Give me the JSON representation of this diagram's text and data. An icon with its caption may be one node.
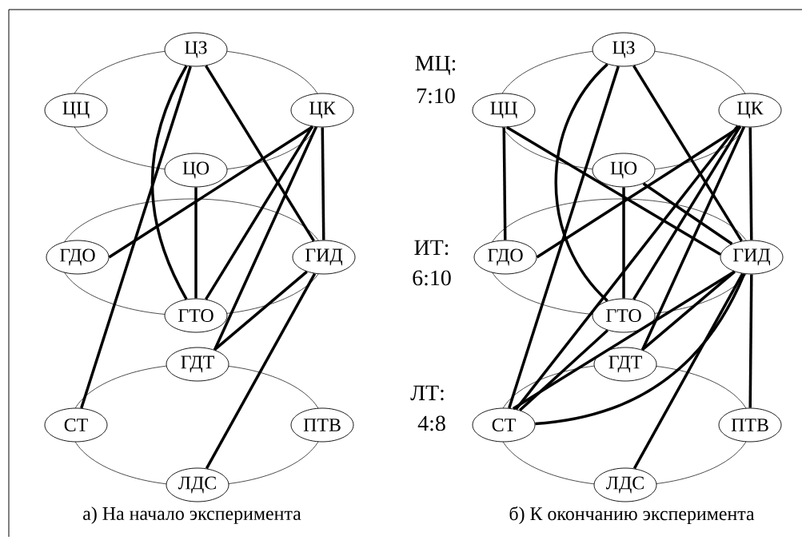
{
  "diagram": {
    "nodes": [
      {
        "text": [
          "ЦЗ"
        ]
      },
      {
        "text": [
          "ЦЦ"
        ]
      },
      {
        "text": [
          "ЦК"
        ]
      },
      {
        "text": [
          "ЦО"
        ]
      },
      {
        "text": [
          "ГДО"
        ]
      },
      {
        "text": [
          "ГИД"
        ]
      },
      {
        "text": [
          "ГТО"
        ]
      },
      {
        "text": [
          "ГДТ"
        ]
      },
      {
        "text": [
          "СТ"
        ]
      },
      {
        "text": [
          "ПТВ"
        ]
      },
      {
        "text": [
          "ЛДС"
        ]
      },
      {
        "text": [
          "ЦЗ"
        ]
      },
      {
        "text": [
          "ЦЦ"
        ]
      },
      {
        "text": [
          "ЦК"
        ]
      },
      {
        "text": [
          "ЦО"
        ]
      },
      {
        "text": [
          "ГДО"
        ]
      },
      {
        "text": [
          "ГИД"
        ]
      },
      {
        "text": [
          "ГТО"
        ]
      },
      {
        "text": [
          "ГДТ"
        ]
      },
      {
        "text": [
          "СТ"
        ]
      },
      {
        "text": [
          "ПТВ"
        ]
      },
      {
        "text": [
          "ЛДС"
        ]
      }
    ],
    "edges": [
      {
        "from": 0,
        "to": 8,
        "arrow": "none"
      },
      {
        "from": 0,
        "to": 6,
        "arrow": "none"
      },
      {
        "from": 0,
        "to": 5,
        "arrow": "none"
      },
      {
        "from": 2,
        "to": 4,
        "arrow": "none"
      },
      {
        "from": 2,
        "to": 6,
        "arrow": "none"
      },
      {
        "from": 2,
        "to": 7,
        "arrow": "none"
      },
      {
        "from": 2,
        "to": 5,
        "arrow": "none"
      },
      {
        "from": 3,
        "to": 6,
        "arrow": "none"
      },
      {
        "from": 5,
        "to": 7,
        "arrow": "none"
      },
      {
        "from": 5,
        "to": 10,
        "arrow": "none"
      },
      {
        "from": 11,
        "to": 19,
        "arrow": "none"
      },
      {
        "from": 11,
        "to": 17,
        "arrow": "none"
      },
      {
        "from": 11,
        "to": 16,
        "arrow": "none"
      },
      {
        "from": 12,
        "to": 15,
        "arrow": "none"
      },
      {
        "from": 12,
        "to": 16,
        "arrow": "none"
      },
      {
        "from": 13,
        "to": 15,
        "arrow": "none"
      },
      {
        "from": 13,
        "to": 19,
        "arrow": "none"
      },
      {
        "from": 13,
        "to": 17,
        "arrow": "none"
      },
      {
        "from": 13,
        "to": 18,
        "arrow": "none"
      },
      {
        "from": 13,
        "to": 16,
        "arrow": "none"
      },
      {
        "from": 14,
        "to": 17,
        "arrow": "none"
      },
      {
        "from": 14,
        "to": 16,
        "arrow": "none"
      },
      {
        "from": 17,
        "to": 19,
        "arrow": "none"
      },
      {
        "from": 16,
        "to": 18,
        "arrow": "none"
      },
      {
        "from": 16,
        "to": 19,
        "arrow": "none"
      },
      {
        "from": 16,
        "to": 19,
        "arrow": "none"
      },
      {
        "from": 16,
        "to": 21,
        "arrow": "none"
      },
      {
        "from": 16,
        "to": 20,
        "arrow": "none"
      }
    ],
    "labels": [
      "МЦ:",
      "7:10",
      "ИТ:",
      "6:10",
      "ЛТ:",
      "4:8",
      "а) На начало эксперимента",
      "б) К окончанию эксперимента"
    ]
  }
}
